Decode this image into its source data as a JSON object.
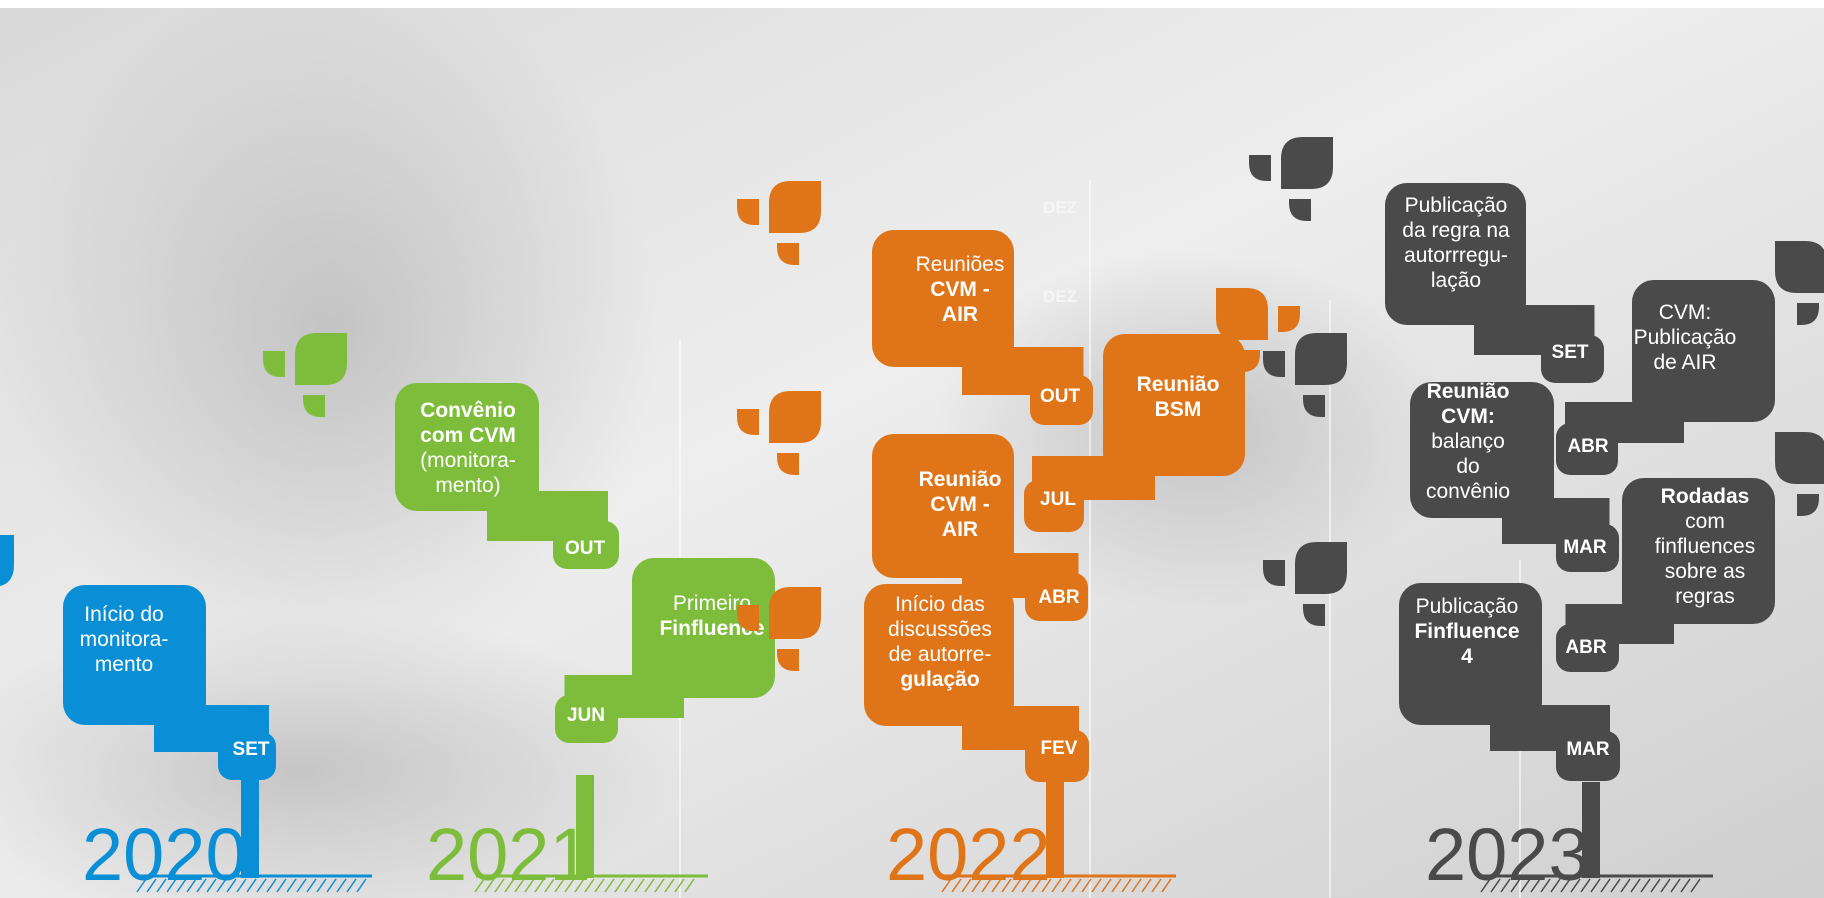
{
  "colors": {
    "2020": "#0a8fd6",
    "2021": "#7dbd3b",
    "2022": "#df7418",
    "2023": "#4a4a4a",
    "background": "#e9e9e9"
  },
  "timeline": [
    {
      "year": "2020",
      "events": [
        {
          "month": "SET",
          "lines": [
            {
              "t": "Início do",
              "b": false
            },
            {
              "t": "monitora-",
              "b": false
            },
            {
              "t": "mento",
              "b": false
            }
          ]
        }
      ]
    },
    {
      "year": "2021",
      "events": [
        {
          "month": "OUT",
          "lines": [
            {
              "t": "Convênio",
              "b": true
            },
            {
              "t": "com CVM",
              "b": true
            },
            {
              "t": "(monitora-",
              "b": false
            },
            {
              "t": "mento)",
              "b": false
            }
          ]
        },
        {
          "month": "JUN",
          "lines": [
            {
              "t": "Primeiro",
              "b": false
            },
            {
              "t": "Finfluence",
              "b": true
            }
          ]
        }
      ]
    },
    {
      "year": "2022",
      "faint_labels": [
        "DEZ",
        "DEZ"
      ],
      "events": [
        {
          "month": "OUT",
          "lines": [
            {
              "t": "Reuniões",
              "b": false
            },
            {
              "t": "CVM -",
              "b": true
            },
            {
              "t": "AIR",
              "b": true
            }
          ]
        },
        {
          "month": "JUL",
          "lines": [
            {
              "t": "Reunião",
              "b": true
            },
            {
              "t": "BSM",
              "b": true
            }
          ]
        },
        {
          "month": "ABR",
          "lines": [
            {
              "t": "Reunião",
              "b": true
            },
            {
              "t": "CVM -",
              "b": true
            },
            {
              "t": "AIR",
              "b": true
            }
          ]
        },
        {
          "month": "FEV",
          "lines": [
            {
              "t": "Início das",
              "b": false
            },
            {
              "t": "discussões",
              "b": false
            },
            {
              "t": "de autorre-",
              "b": false
            },
            {
              "t": "gulação",
              "b": true
            }
          ]
        }
      ]
    },
    {
      "year": "2023",
      "events": [
        {
          "month": "SET",
          "lines": [
            {
              "t": "Publicação",
              "b": false
            },
            {
              "t": "da regra na",
              "b": false
            },
            {
              "t": "autorrregu-",
              "b": false
            },
            {
              "t": "lação",
              "b": false
            }
          ]
        },
        {
          "month": "ABR",
          "lines": [
            {
              "t": "CVM:",
              "b": false
            },
            {
              "t": "Publicação",
              "b": false
            },
            {
              "t": "de AIR",
              "b": false
            }
          ]
        },
        {
          "month": "MAR",
          "lines": [
            {
              "t": "Reunião",
              "b": true
            },
            {
              "t": "CVM:",
              "b": true
            },
            {
              "t": "balanço",
              "b": false
            },
            {
              "t": "do",
              "b": false
            },
            {
              "t": "convênio",
              "b": false
            }
          ]
        },
        {
          "month": "ABR",
          "lines": [
            {
              "t": "Rodadas",
              "b": true
            },
            {
              "t": "com",
              "b": false
            },
            {
              "t": "finfluences",
              "b": false
            },
            {
              "t": "sobre as",
              "b": false
            },
            {
              "t": "regras",
              "b": false
            }
          ]
        },
        {
          "month": "MAR",
          "lines": [
            {
              "t": "Publicação",
              "b": false
            },
            {
              "t": "Finfluence",
              "b": true
            },
            {
              "t": "4",
              "b": true
            }
          ]
        }
      ]
    }
  ]
}
